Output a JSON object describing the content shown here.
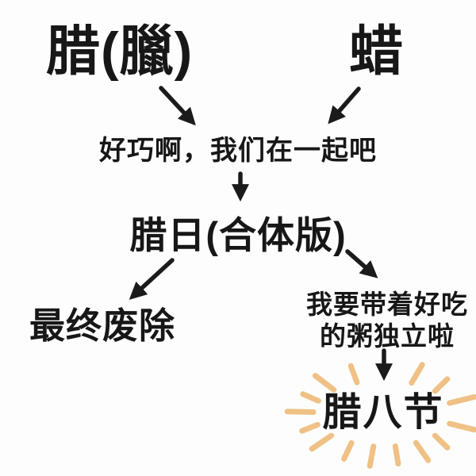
{
  "colors": {
    "background": "#fdfdfd",
    "text": "#171717",
    "arrow": "#1b1b1b",
    "sunburst": "#efc185"
  },
  "diagram": {
    "node_la_traditional": "腊(臘)",
    "node_la_candle": "蜡",
    "merge_caption": "好巧啊，我们在一起吧",
    "node_merged": "腊日(合体版)",
    "node_abolished": "最终废除",
    "independence_caption_line1": "我要带着好吃",
    "independence_caption_line2": "的粥独立啦",
    "node_laba_festival": "腊八节"
  },
  "icons": {
    "arrows": [
      "arrow-la-traditional-to-merge-icon",
      "arrow-la-candle-to-merge-icon",
      "arrow-merge-caption-to-merged-icon",
      "arrow-merged-to-abolished-icon",
      "arrow-merged-to-independence-icon",
      "arrow-independence-to-laba-icon"
    ],
    "decoration": "sunburst-icon"
  }
}
